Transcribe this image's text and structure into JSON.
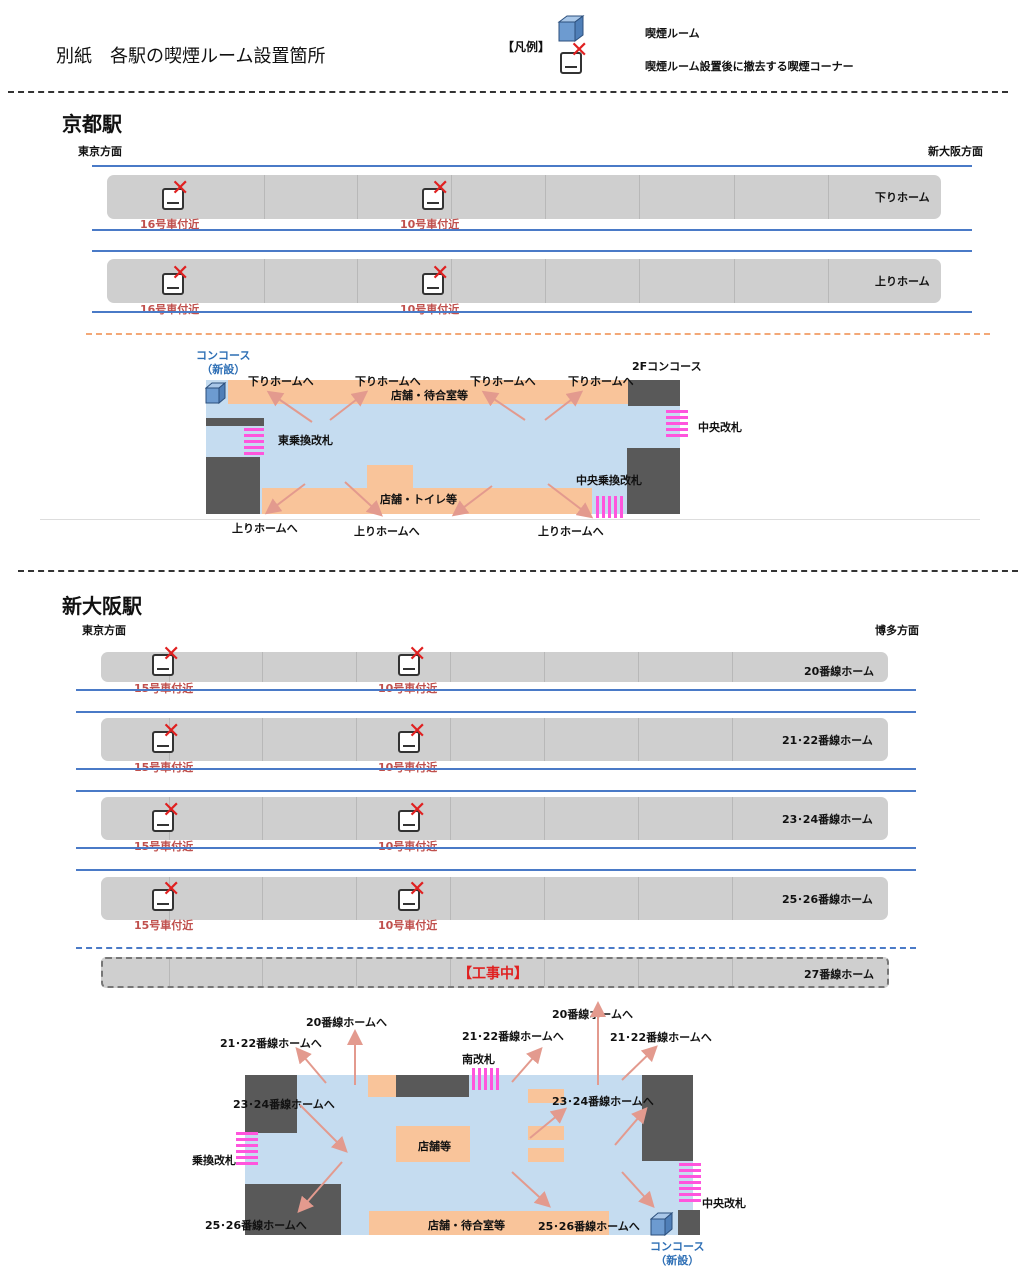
{
  "title": "別紙　各駅の喫煙ルーム設置箇所",
  "legend": {
    "bracket": "【凡例】",
    "room_label": "喫煙ルーム",
    "corner_label": "喫煙ルーム設置後に撤去する喫煙コーナー",
    "cube_icon": "blue-cube-icon",
    "corner_icon": "smoking-corner-with-red-x-icon"
  },
  "kyoto": {
    "name": "京都駅",
    "dir_left": "東京方面",
    "dir_right": "新大阪方面",
    "platforms": [
      {
        "name": "下りホーム",
        "cars": [
          "16号車付近",
          "10号車付近"
        ]
      },
      {
        "name": "上りホーム",
        "cars": [
          "16号車付近",
          "10号車付近"
        ]
      }
    ],
    "concourse": {
      "new_room": "コンコース\n（新設）",
      "to_down": [
        "下りホームへ",
        "下りホームへ",
        "下りホームへ",
        "下りホームへ"
      ],
      "floor2": "2Fコンコース",
      "shops_top": "店舗・待合室等",
      "east_gate": "東乗換改札",
      "central_gate": "中央改札",
      "central_transfer": "中央乗換改札",
      "shops_bottom": "店舗・トイレ等",
      "to_up": [
        "上りホームへ",
        "上りホームへ",
        "上りホームへ"
      ]
    }
  },
  "shinosaka": {
    "name": "新大阪駅",
    "dir_left": "東京方面",
    "dir_right": "博多方面",
    "platforms": [
      {
        "name": "20番線ホーム",
        "cars": [
          "15号車付近",
          "10号車付近"
        ]
      },
      {
        "name": "21･22番線ホーム",
        "cars": [
          "15号車付近",
          "10号車付近"
        ]
      },
      {
        "name": "23･24番線ホーム",
        "cars": [
          "15号車付近",
          "10号車付近"
        ]
      },
      {
        "name": "25･26番線ホーム",
        "cars": [
          "15号車付近",
          "10号車付近"
        ]
      }
    ],
    "construction": {
      "label": "【工事中】",
      "name": "27番線ホーム"
    },
    "concourse": {
      "to_20_left": "20番線ホームへ",
      "to_2122_left": "21･22番線ホームへ",
      "to_2324_left": "23･24番線ホームへ",
      "transfer_gate": "乗換改札",
      "to_2526_left": "25･26番線ホームへ",
      "south_gate": "南改札",
      "to_2122_mid": "21･22番線ホームへ",
      "to_20_right": "20番線ホームへ",
      "to_2122_right": "21･22番線ホームへ",
      "to_2324_right": "23･24番線ホームへ",
      "shops_center": "店舗等",
      "shops_bottom": "店舗・待合室等",
      "to_2526_right": "25･26番線ホームへ",
      "central_gate": "中央改札",
      "new_room": "コンコース\n（新設）"
    }
  },
  "colors": {
    "track": "#4a7ac7",
    "platform": "#cfcfcf",
    "concourse": "#c5dcf0",
    "shop": "#f9c49a",
    "wall": "#595959",
    "gate": "#ff55dd",
    "arrow": "#e39a8e",
    "remove_x": "#e02020",
    "car_label": "#c0504d"
  }
}
